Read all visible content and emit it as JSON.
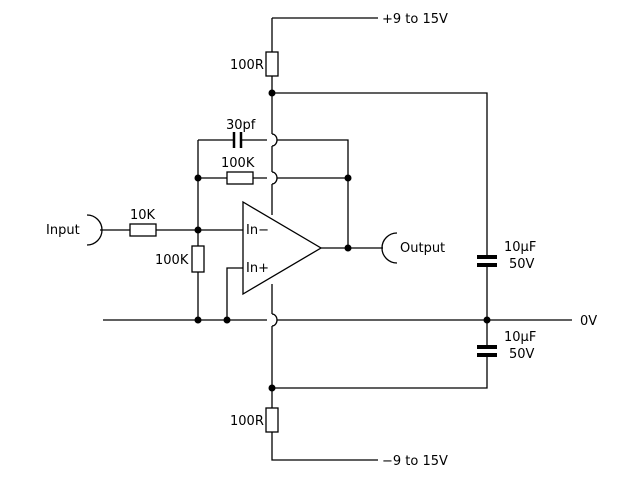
{
  "labels": {
    "supply_pos": "+9  to  15V",
    "supply_neg": "−9  to  15V",
    "ground": "0V",
    "input": "Input",
    "output": "Output",
    "r_top": "100R",
    "r_bottom": "100R",
    "c_feedback": "30pf",
    "r_feedback": "100K",
    "r_input": "10K",
    "r_bias": "100K",
    "opamp_inv": "In−",
    "opamp_noninv": "In+",
    "c_top_value": "10µF",
    "c_top_voltage": "50V",
    "c_bottom_value": "10µF",
    "c_bottom_voltage": "50V"
  }
}
